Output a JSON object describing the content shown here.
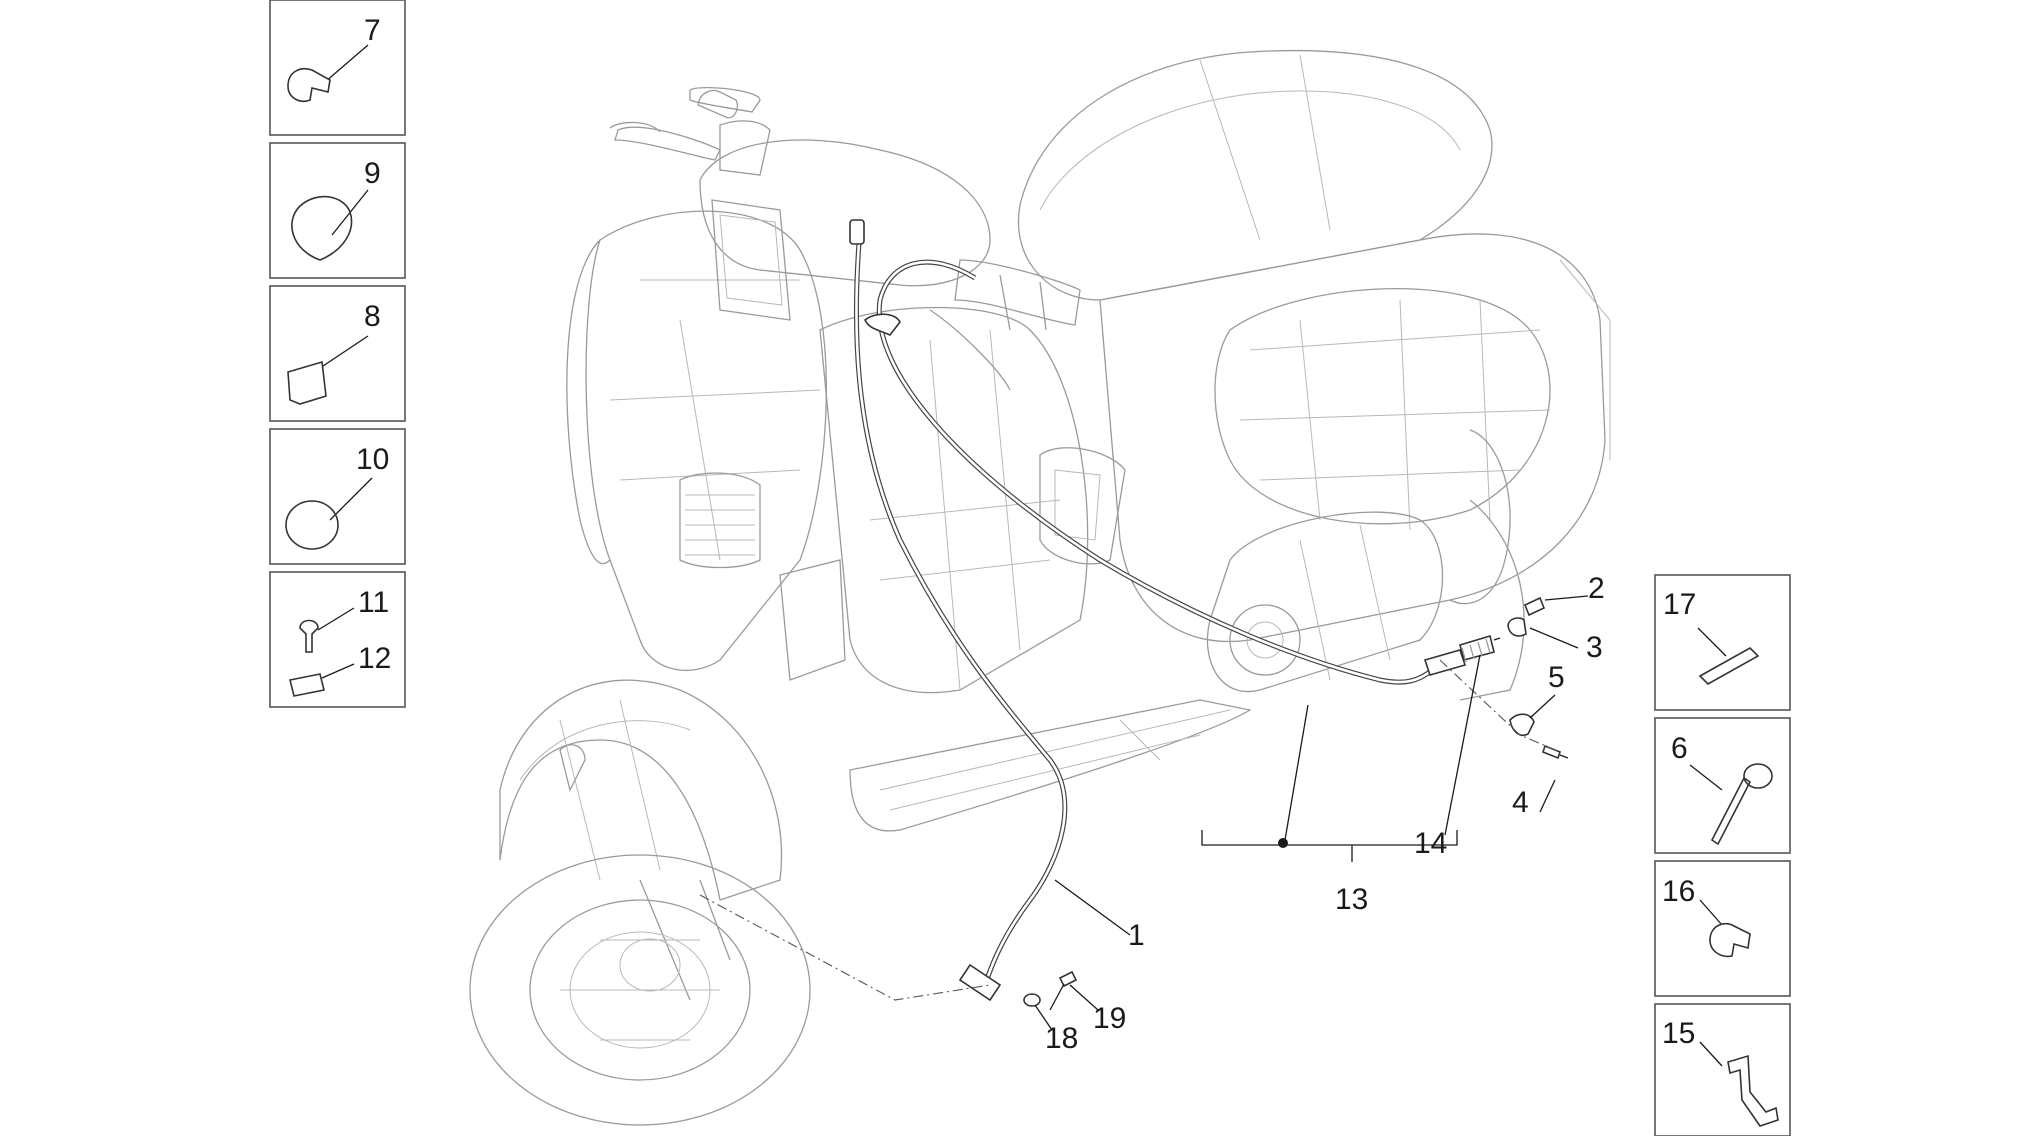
{
  "diagram": {
    "type": "exploded parts diagram",
    "subject": "scooter cable / transmission assembly",
    "left_panel_labels": [
      "7",
      "9",
      "8",
      "10",
      "11",
      "12"
    ],
    "right_panel_labels": [
      "17",
      "6",
      "16",
      "15"
    ],
    "callouts": {
      "c1": "1",
      "c2": "2",
      "c3": "3",
      "c4": "4",
      "c5": "5",
      "c13": "13",
      "c14": "14",
      "c18": "18",
      "c19": "19"
    },
    "colors": {
      "outline": "#9a9a9a",
      "parts": "#333333",
      "label": "#1a1a1a",
      "box_border": "#555555"
    }
  }
}
